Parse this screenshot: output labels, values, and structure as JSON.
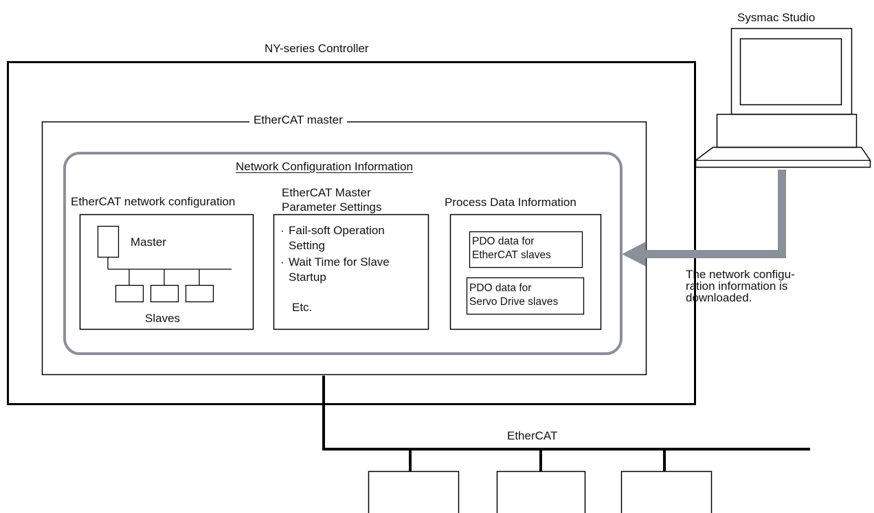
{
  "diagram": {
    "pc_label": "Sysmac Studio",
    "controller_label": "NY-series Controller",
    "master_label": "EtherCAT master",
    "nci_title": "Network Configuration Information",
    "col1": {
      "title": "EtherCAT network configuration",
      "master": "Master",
      "slaves": "Slaves"
    },
    "col2": {
      "title": "EtherCAT Master\nParameter Settings",
      "item1": "Fail-soft Operation\nSetting",
      "item2": "Wait Time for Slave\nStartup",
      "item3": "Etc."
    },
    "col3": {
      "title": "Process Data Information",
      "pdo1": "PDO data for\nEtherCAT slaves",
      "pdo2": "PDO data for\nServo Drive slaves"
    },
    "download_note": "The network configu-\nration information is\ndownloaded.",
    "bus_label": "EtherCAT"
  }
}
